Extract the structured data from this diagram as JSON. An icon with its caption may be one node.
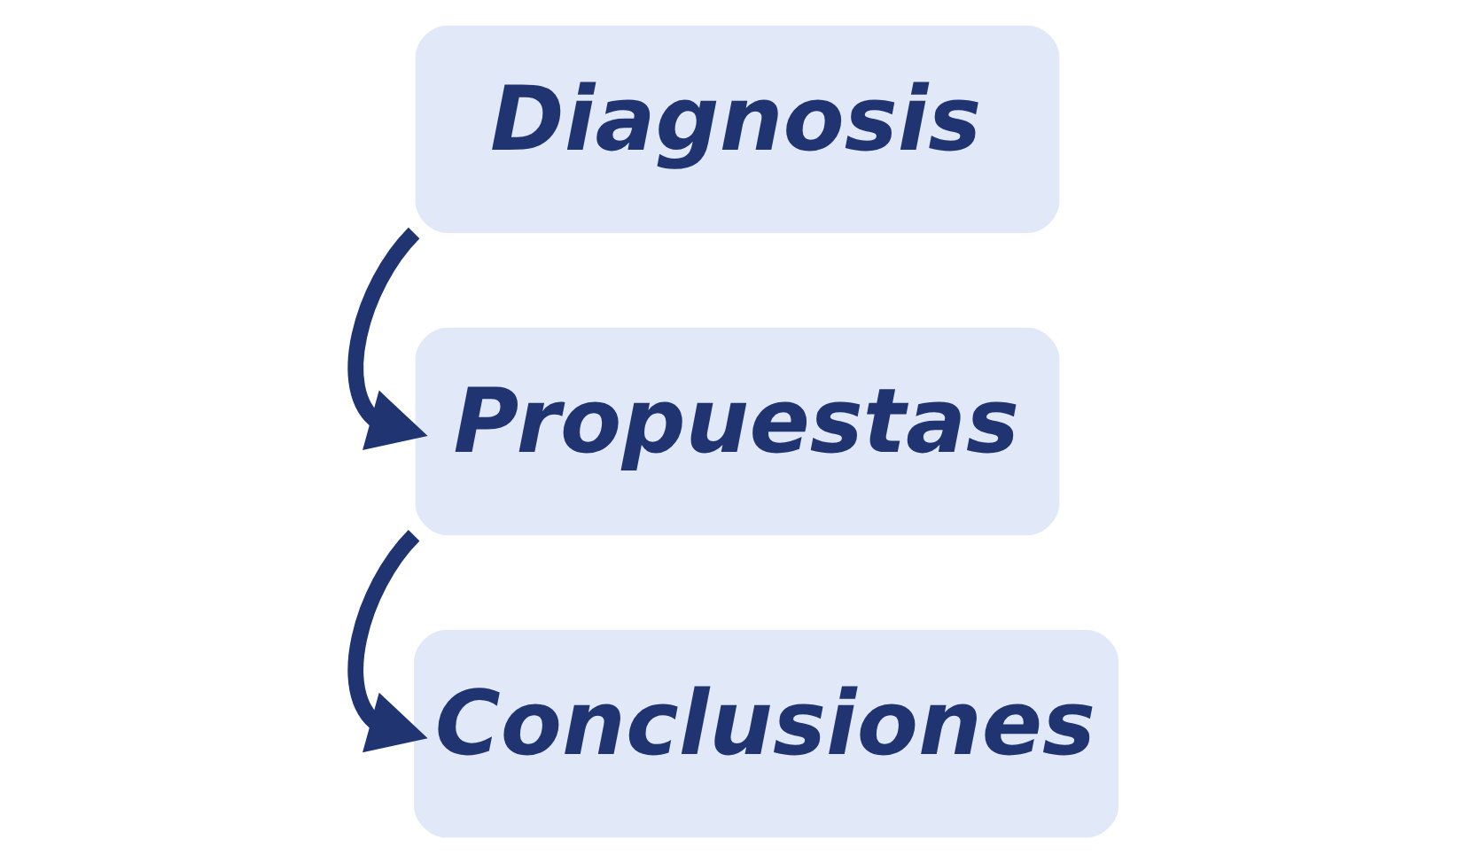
{
  "diagram": {
    "nodes": [
      {
        "text": [
          "Diagnosis"
        ]
      },
      {
        "text": [
          "Propuestas"
        ]
      },
      {
        "text": [
          "Conclusiones"
        ]
      }
    ],
    "edges": [
      {
        "from": 0,
        "to": 1,
        "arrow": "to"
      },
      {
        "from": 1,
        "to": 2,
        "arrow": "to"
      }
    ]
  }
}
